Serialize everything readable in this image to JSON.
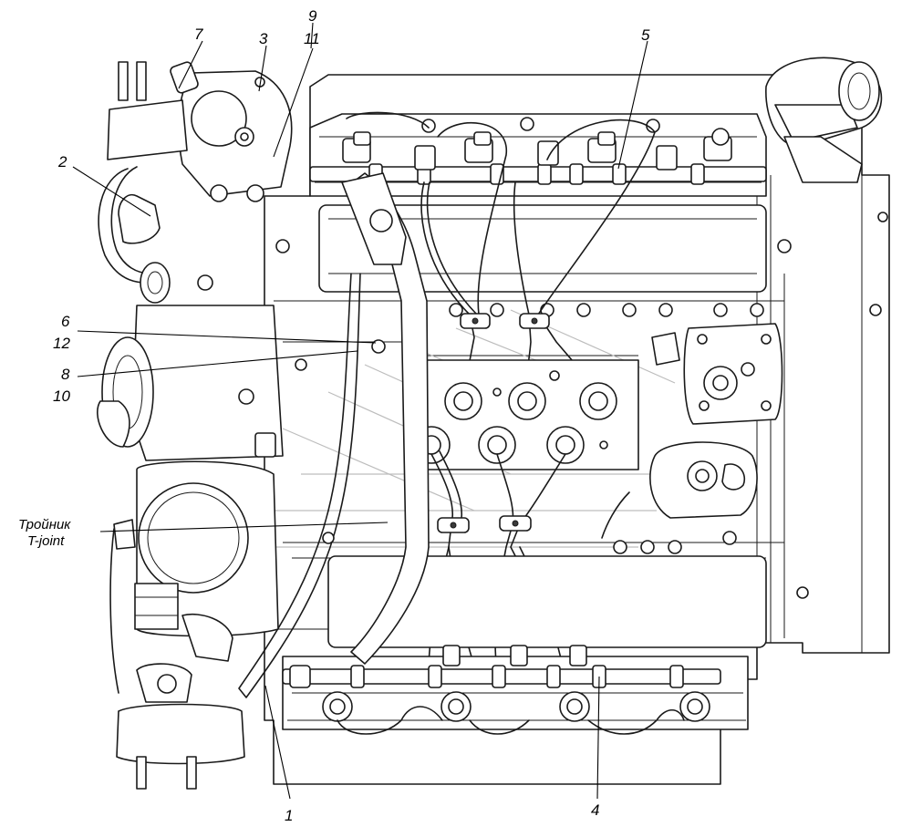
{
  "callouts": {
    "n1": "1",
    "n2": "2",
    "n3": "3",
    "n4": "4",
    "n5": "5",
    "n6": "6",
    "n7": "7",
    "n8": "8",
    "n9": "9",
    "n10": "10",
    "n11": "11",
    "n12": "12"
  },
  "tee_label": {
    "ru": "Тройник",
    "en": "T-joint"
  }
}
